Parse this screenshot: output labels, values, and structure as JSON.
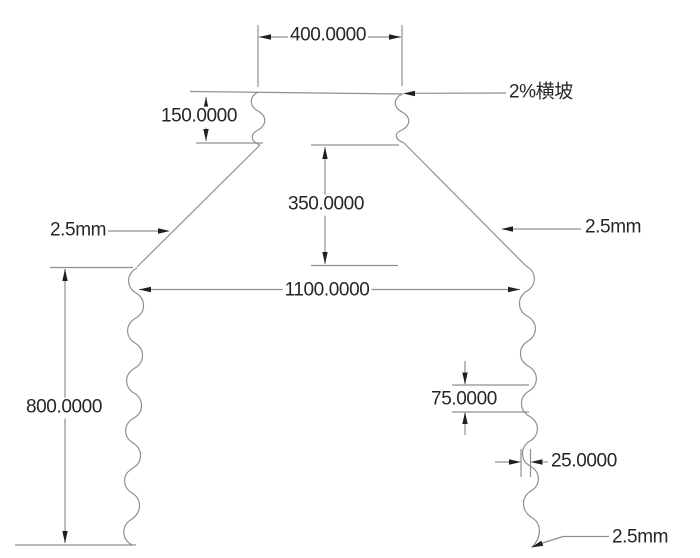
{
  "drawing": {
    "type": "engineering-cross-section",
    "labels": {
      "top_width": "400.0000",
      "neck_height": "150.0000",
      "upper_height": "350.0000",
      "body_width": "1100.0000",
      "body_height": "800.0000",
      "wave_pitch": "75.0000",
      "wave_width": "25.0000",
      "cross_slope_note": "2%横坡",
      "thickness_upper_left": "2.5mm",
      "thickness_upper_right": "2.5mm",
      "thickness_lower_right": "2.5mm"
    },
    "colors": {
      "line": "#8f8f8f",
      "text": "#262626",
      "arrow": "#1f1f1f",
      "background": "#ffffff"
    }
  }
}
